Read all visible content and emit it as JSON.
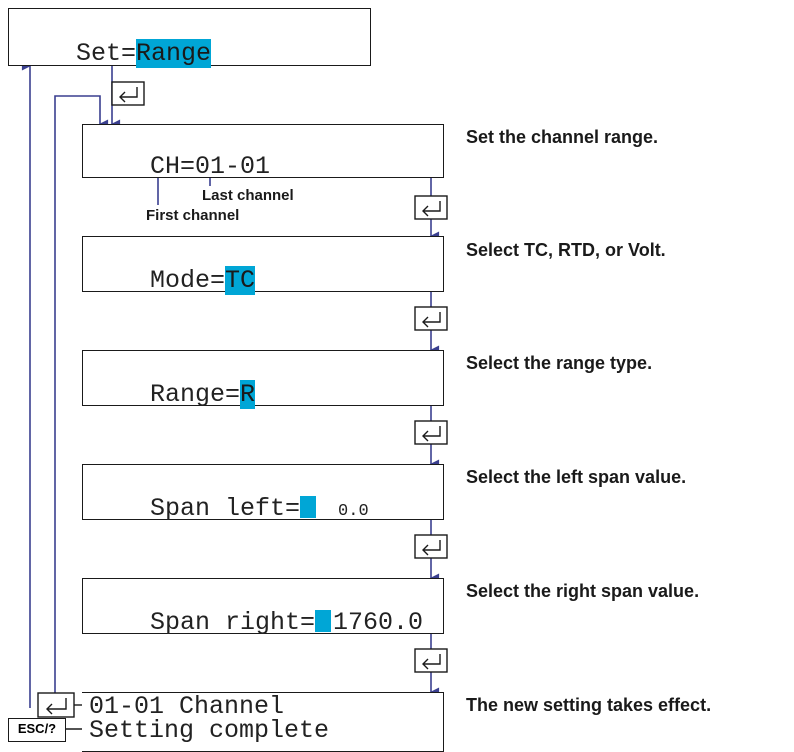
{
  "screens": {
    "set": {
      "prefix": "Set=",
      "value": "Range"
    },
    "channel": {
      "text": "CH=01-01"
    },
    "mode": {
      "prefix": "Mode=",
      "value": "TC"
    },
    "range": {
      "prefix": "Range=",
      "value": "R"
    },
    "span_left": {
      "prefix": "Span left=",
      "value": "0.0"
    },
    "span_right": {
      "prefix": "Span right=",
      "value": "1760.0"
    },
    "complete": {
      "line1": "01-01 Channel",
      "line2": "Setting complete"
    }
  },
  "annotations": {
    "last_channel": "Last channel",
    "first_channel": "First channel"
  },
  "notes": {
    "channel": "Set the channel range.",
    "mode": "Select TC, RTD, or Volt.",
    "range": "Select the range type.",
    "span_left": "Select the left span value.",
    "span_right": "Select the right span value.",
    "complete": "The new setting takes effect."
  },
  "keys": {
    "esc": "ESC/?",
    "enter_icon": "enter-key-icon"
  },
  "colors": {
    "highlight": "#00a6d6",
    "arrow": "#3a3f8f",
    "border": "#1a1a1a"
  }
}
